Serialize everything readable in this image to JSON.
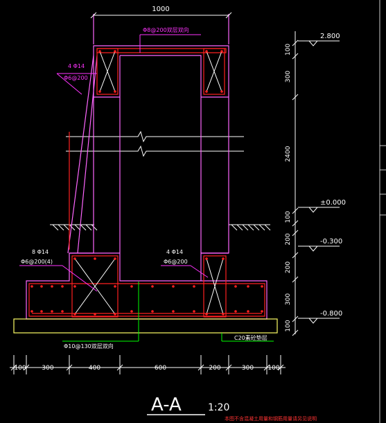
{
  "title": "A-A",
  "scale": "1:20",
  "footnote": "本图不含混凝土用量和钢筋用量请另见说明",
  "colors": {
    "background": "#000000",
    "concrete": "#ff66ff",
    "rebar": "#ff2020",
    "dimension": "#ffffff",
    "elevation": "#ffff66",
    "annotation": "#ff33ff",
    "leader": "#00ff00",
    "cushion": "#ffff66",
    "footnote": "#ff3333"
  },
  "dimensions": {
    "top": "1000",
    "right": [
      "100",
      "300",
      "2400",
      "100",
      "200",
      "200",
      "300",
      "100"
    ],
    "bottom": [
      "100",
      "300",
      "400",
      "600",
      "200",
      "300",
      "100"
    ]
  },
  "elevations": [
    "2.800",
    "±0.000",
    "-0.300",
    "-0.800"
  ],
  "annotations": {
    "top_stirrup": "Φ8@200双层双向",
    "top_left_bars": "4 Φ14",
    "top_left_stirrup": "Φ6@200",
    "bottom_left_bars": "8 Φ14",
    "bottom_left_stirrup": "Φ6@200(4)",
    "bottom_right_bars": "4 Φ14",
    "bottom_right_stirrup": "Φ6@200",
    "base_mesh": "Φ10@130双层双向",
    "cushion": "C20素砼垫层"
  }
}
